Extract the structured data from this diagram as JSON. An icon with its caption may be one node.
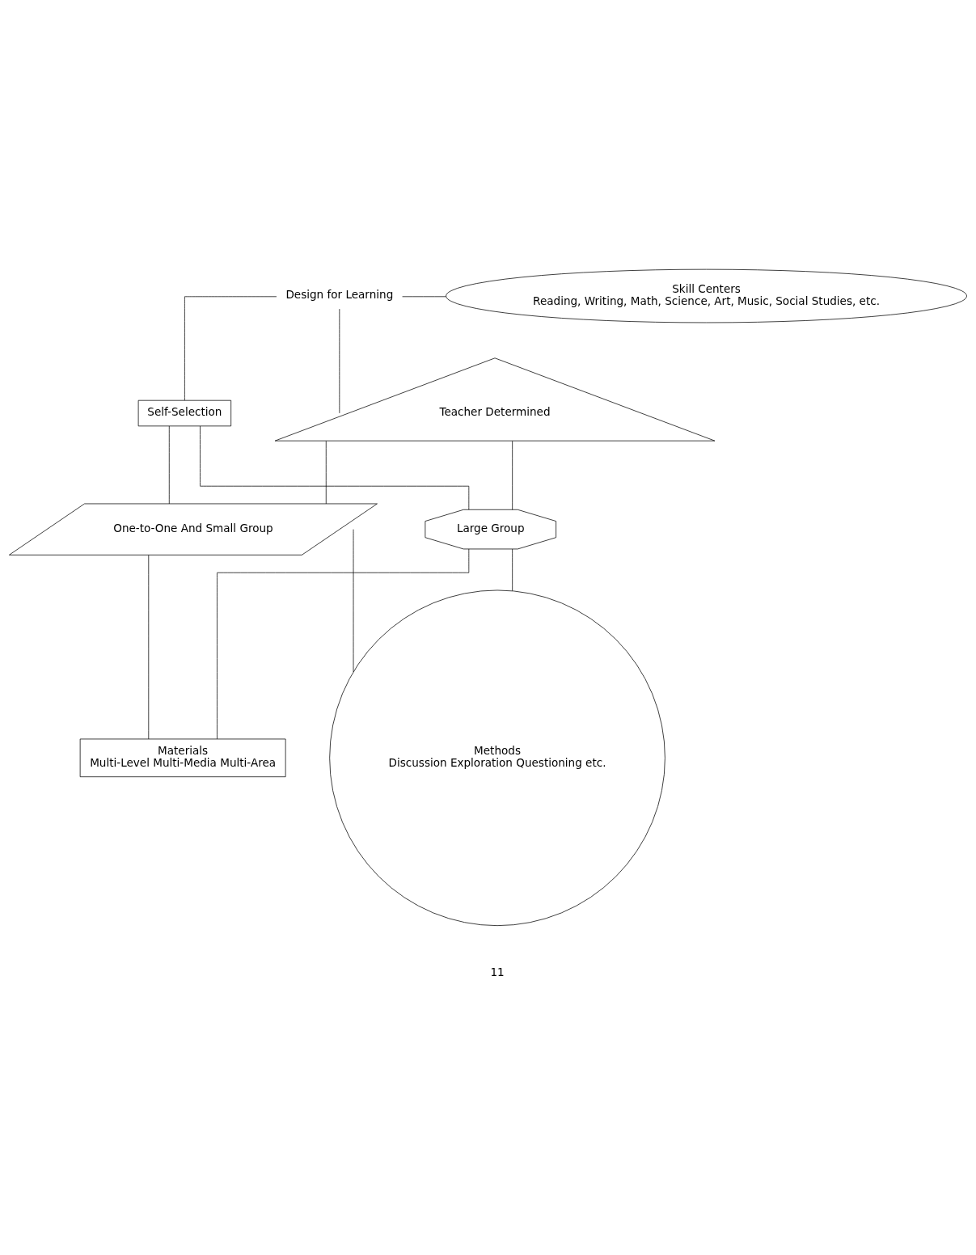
{
  "diagram": {
    "nodes": [
      {
        "text": [
          "Design for Learning"
        ]
      },
      {
        "text": [
          "Skill Centers",
          "Reading, Writing, Math, Science, Art, Music, Social Studies, etc."
        ]
      },
      {
        "text": [
          "Self-Selection"
        ]
      },
      {
        "text": [
          "Teacher Determined"
        ]
      },
      {
        "text": [
          "One-to-One And Small Group"
        ]
      },
      {
        "text": [
          "Large Group"
        ]
      },
      {
        "text": [
          "Materials",
          "Multi-Level Multi-Media Multi-Area"
        ]
      },
      {
        "text": [
          "Methods",
          "Discussion Exploration Questioning etc."
        ]
      }
    ],
    "edges": [
      {
        "from": 0,
        "to": 1,
        "arrow": "none"
      },
      {
        "from": 0,
        "to": 2,
        "arrow": "none"
      },
      {
        "from": 0,
        "to": 3,
        "arrow": "none"
      },
      {
        "from": 2,
        "to": 4,
        "arrow": "none"
      },
      {
        "from": 2,
        "to": 5,
        "arrow": "none"
      },
      {
        "from": 3,
        "to": 4,
        "arrow": "none"
      },
      {
        "from": 3,
        "to": 5,
        "arrow": "none"
      },
      {
        "from": 4,
        "to": 6,
        "arrow": "none"
      },
      {
        "from": 4,
        "to": 7,
        "arrow": "none"
      },
      {
        "from": 5,
        "to": 6,
        "arrow": "none"
      },
      {
        "from": 5,
        "to": 7,
        "arrow": "none"
      }
    ],
    "labels": [
      "11"
    ]
  }
}
